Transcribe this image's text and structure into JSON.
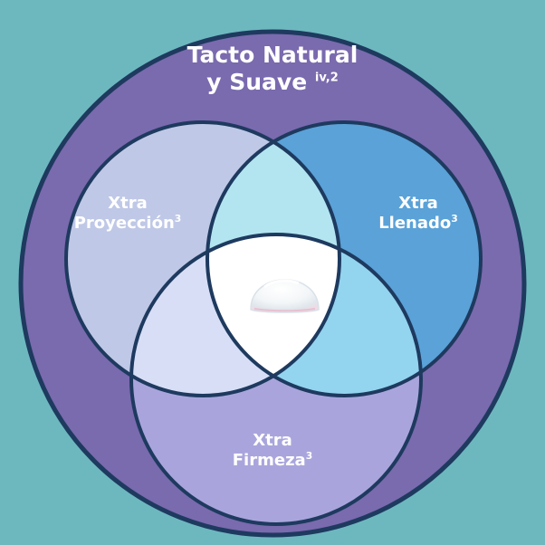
{
  "diagram": {
    "outer": {
      "line1": "Tacto Natural",
      "line2": "y Suave",
      "superscript": "iv,2"
    },
    "sets": [
      {
        "id": "proyeccion",
        "line1": "Xtra",
        "line2": "Proyección",
        "superscript": "3"
      },
      {
        "id": "llenado",
        "line1": "Xtra",
        "line2": "Llenado",
        "superscript": "3"
      },
      {
        "id": "firmeza",
        "line1": "Xtra",
        "line2": "Firmeza",
        "superscript": "3"
      }
    ],
    "center_icon": "breast-implant-icon",
    "colors": {
      "background": "#6db8bf",
      "outer_fill": "#7a6aae",
      "stroke": "#1e3a5f",
      "proyeccion": "#bfc8e6",
      "llenado": "#5aa2d8",
      "firmeza": "#a9a5dc",
      "overlap_top": "#b3e5f1",
      "overlap_right": "#93d4ef",
      "overlap_left": "#d7def6",
      "center": "#ffffff"
    }
  }
}
